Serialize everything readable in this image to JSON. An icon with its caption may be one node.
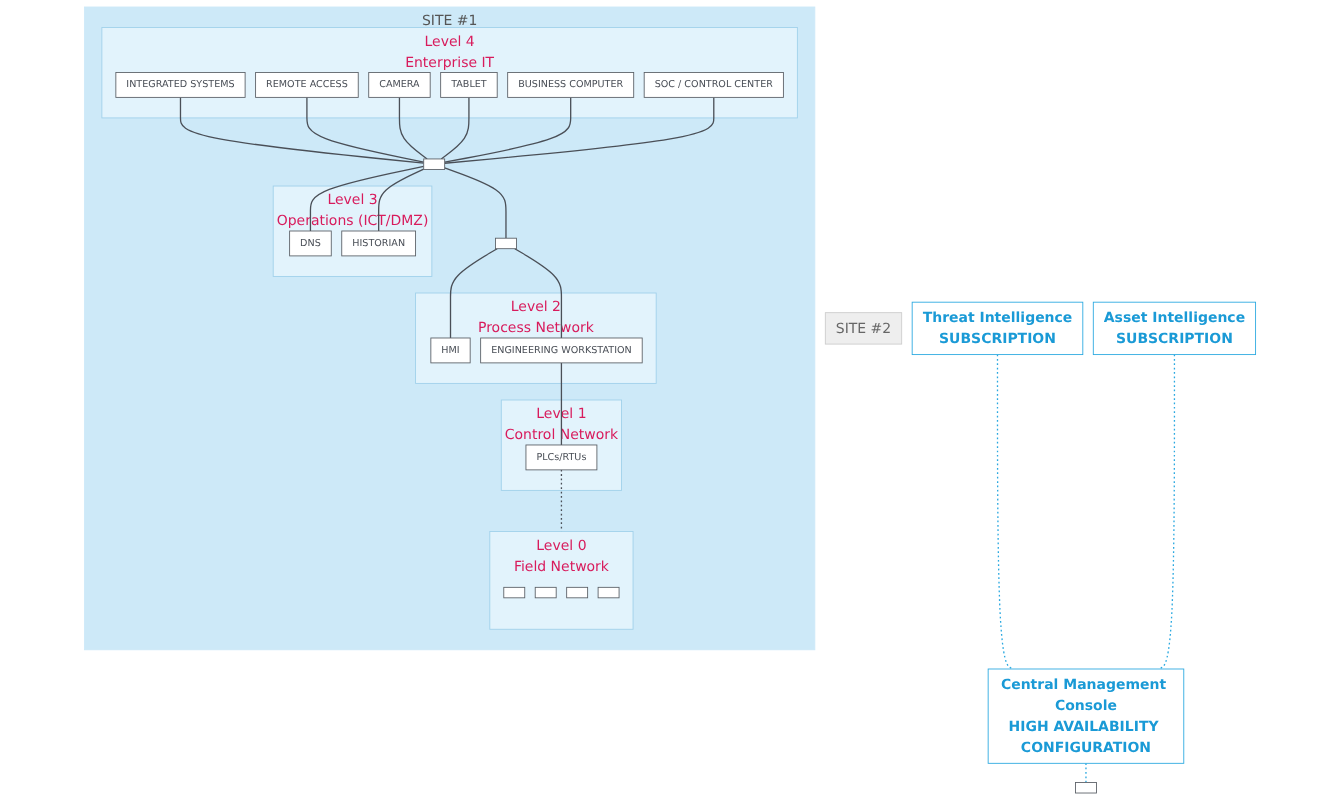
{
  "diagram": {
    "nodes": [
      {
        "text": [
          "SITE #1"
        ]
      },
      {
        "text": [
          "Level 4",
          "Enterprise IT"
        ],
        "in": 0
      },
      {
        "text": [
          "INTEGRATED SYSTEMS"
        ],
        "in": 1
      },
      {
        "text": [
          "REMOTE ACCESS"
        ],
        "in": 1
      },
      {
        "text": [
          "CAMERA"
        ],
        "in": 1
      },
      {
        "text": [
          "TABLET"
        ],
        "in": 1
      },
      {
        "text": [
          "BUSINESS COMPUTER"
        ],
        "in": 1
      },
      {
        "text": [
          "SOC / CONTROL CENTER"
        ],
        "in": 1
      },
      {
        "text": [],
        "shape": "box",
        "in": 0
      },
      {
        "text": [
          "Level 3",
          "Operations (ICT/DMZ)"
        ],
        "in": 0
      },
      {
        "text": [
          "DNS"
        ],
        "in": 9
      },
      {
        "text": [
          "HISTORIAN"
        ],
        "in": 9
      },
      {
        "text": [],
        "shape": "box",
        "in": 0
      },
      {
        "text": [
          "Level 2",
          "Process Network"
        ],
        "in": 0
      },
      {
        "text": [
          "HMI"
        ],
        "in": 13
      },
      {
        "text": [
          "ENGINEERING WORKSTATION"
        ],
        "in": 13
      },
      {
        "text": [
          "Level 1",
          "Control Network"
        ],
        "in": 0
      },
      {
        "text": [
          "PLCs/RTUs"
        ],
        "in": 16
      },
      {
        "text": [
          "Level 0",
          "Field Network"
        ],
        "in": 0
      },
      {
        "text": [],
        "shape": "box",
        "in": 18
      },
      {
        "text": [],
        "shape": "box",
        "in": 18
      },
      {
        "text": [],
        "shape": "box",
        "in": 18
      },
      {
        "text": [],
        "shape": "box",
        "in": 18
      },
      {
        "text": [
          "SITE #2"
        ]
      },
      {
        "text": [
          "Threat Intelligence",
          "SUBSCRIPTION"
        ]
      },
      {
        "text": [
          "Asset Intelligence",
          "SUBSCRIPTION"
        ]
      },
      {
        "text": [
          "Central Management Console",
          "HIGH AVAILABILITY CONFIGURATION"
        ]
      },
      {
        "text": [],
        "shape": "box"
      }
    ],
    "edges": [
      {
        "from": 2,
        "to": 8,
        "arrow": "none"
      },
      {
        "from": 3,
        "to": 8,
        "arrow": "none"
      },
      {
        "from": 4,
        "to": 8,
        "arrow": "none"
      },
      {
        "from": 5,
        "to": 8,
        "arrow": "none"
      },
      {
        "from": 6,
        "to": 8,
        "arrow": "none"
      },
      {
        "from": 7,
        "to": 8,
        "arrow": "none"
      },
      {
        "from": 8,
        "to": 10,
        "arrow": "none"
      },
      {
        "from": 8,
        "to": 11,
        "arrow": "none"
      },
      {
        "from": 8,
        "to": 12,
        "arrow": "none"
      },
      {
        "from": 12,
        "to": 14,
        "arrow": "none"
      },
      {
        "from": 12,
        "to": 15,
        "arrow": "none"
      },
      {
        "from": 15,
        "to": 17,
        "arrow": "none"
      },
      {
        "from": 17,
        "to": 18,
        "arrow": "none",
        "style": "dashed"
      },
      {
        "from": 24,
        "to": 26,
        "arrow": "none",
        "style": "dashed",
        "color": "#29a8e0"
      },
      {
        "from": 25,
        "to": 26,
        "arrow": "none",
        "style": "dashed",
        "color": "#29a8e0"
      },
      {
        "from": 26,
        "to": 27,
        "arrow": "none",
        "style": "dashed",
        "color": "#29a8e0"
      }
    ]
  }
}
